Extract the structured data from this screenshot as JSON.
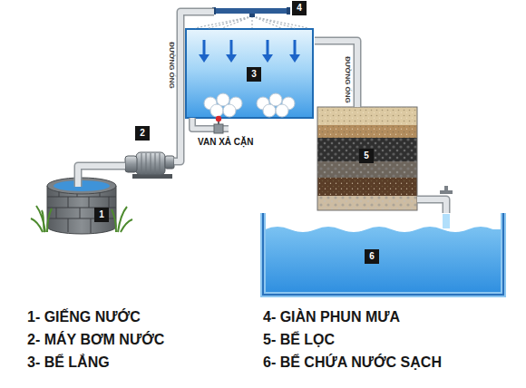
{
  "diagram": {
    "nodes": [
      {
        "text": [
          "1"
        ]
      },
      {
        "text": [
          "2"
        ]
      },
      {
        "text": [
          "3"
        ]
      },
      {
        "text": [
          "4"
        ]
      },
      {
        "text": [
          "5"
        ]
      },
      {
        "text": [
          "6"
        ]
      }
    ],
    "edges": [
      {
        "from": 0,
        "to": 1,
        "arrow": "none"
      },
      {
        "from": 1,
        "to": 3,
        "label": "ĐƯỜNG ỐNG",
        "arrow": "none"
      },
      {
        "from": 2,
        "to": 4,
        "label": "ĐƯỜNG ỐNG",
        "arrow": "none"
      },
      {
        "from": 4,
        "to": 5,
        "arrow": "none"
      }
    ],
    "labels": [
      "VAN XẢ CẶN",
      "1- GIẾNG NƯỚC",
      "2- MÁY BƠM NƯỚC",
      "3- BỂ LẮNG",
      "4- GIÀN PHUN MƯA",
      "5- BỂ LỌC",
      "6- BỂ CHỨA NƯỚC SẠCH"
    ]
  }
}
